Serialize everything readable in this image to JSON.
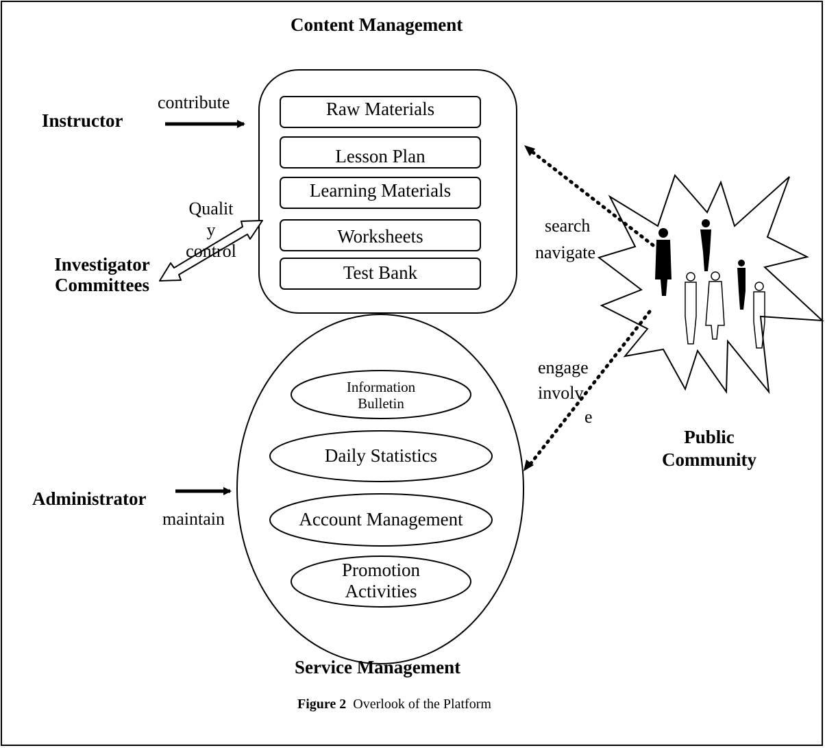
{
  "diagram": {
    "titles": {
      "content_management": "Content Management",
      "service_management": "Service Management"
    },
    "content_items": [
      {
        "label": "Raw Materials"
      },
      {
        "label": "Lesson Plan"
      },
      {
        "label": "Learning Materials"
      },
      {
        "label": "Worksheets"
      },
      {
        "label": "Test Bank"
      }
    ],
    "service_items": [
      {
        "line1": "Information",
        "line2": "Bulletin"
      },
      {
        "line1": "Daily Statistics"
      },
      {
        "line1": "Account Management"
      },
      {
        "line1": "Promotion",
        "line2": "Activities"
      }
    ],
    "actors": {
      "instructor": "Instructor",
      "investigator_line1": "Investigator",
      "investigator_line2": "Committees",
      "administrator": "Administrator",
      "public_line1": "Public",
      "public_line2": "Community"
    },
    "edges": {
      "contribute": "contribute",
      "quality_line1": "Qualit",
      "quality_line2": "y",
      "quality_line3": "control",
      "maintain": "maintain",
      "search": "search",
      "navigate": "navigate",
      "engage": "engage",
      "involve_line1": "involv",
      "involve_line2": "e"
    },
    "caption": {
      "label": "Figure 2",
      "text": "Overlook of the Platform"
    }
  }
}
